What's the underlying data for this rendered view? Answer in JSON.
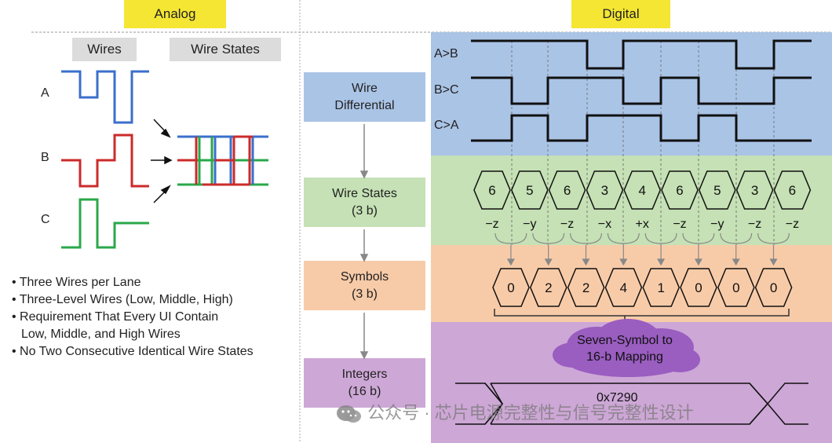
{
  "headers": {
    "analog": "Analog",
    "digital": "Digital"
  },
  "analog": {
    "wires_label": "Wires",
    "wire_states_label": "Wire States",
    "wire_names": [
      "A",
      "B",
      "C"
    ],
    "bullets": [
      "• Three Wires per Lane",
      "• Three-Level Wires (Low, Middle, High)",
      "• Requirement That Every UI Contain",
      "Low, Middle, and High Wires",
      "• No Two Consecutive Identical Wire States"
    ]
  },
  "stages": [
    {
      "line1": "Wire",
      "line2": "Differential"
    },
    {
      "line1": "Wire States",
      "line2": "(3 b)"
    },
    {
      "line1": "Symbols",
      "line2": "(3 b)"
    },
    {
      "line1": "Integers",
      "line2": "(16 b)"
    }
  ],
  "digital": {
    "signals": [
      "A>B",
      "B>C",
      "C>A"
    ],
    "wire_states": [
      "6",
      "5",
      "6",
      "3",
      "4",
      "6",
      "5",
      "3",
      "6"
    ],
    "transitions": [
      "−z",
      "−y",
      "−z",
      "−x",
      "+x",
      "−z",
      "−y",
      "−z",
      "−z"
    ],
    "symbols": [
      "0",
      "2",
      "2",
      "4",
      "1",
      "0",
      "0",
      "0"
    ],
    "mapping_line1": "Seven-Symbol to",
    "mapping_line2": "16-b Mapping",
    "integer_value": "0x7290"
  },
  "colors": {
    "blue_band": "#aac4e6",
    "green_band": "#c5e1b5",
    "orange_band": "#f8cba8",
    "purple_band": "#cda7d6",
    "header_yellow": "#f5e633",
    "wire_a": "#3b6fcb",
    "wire_b": "#cc2a2a",
    "wire_c": "#2aa84a"
  },
  "watermark": "公众号 · 芯片电源完整性与信号完整性设计"
}
